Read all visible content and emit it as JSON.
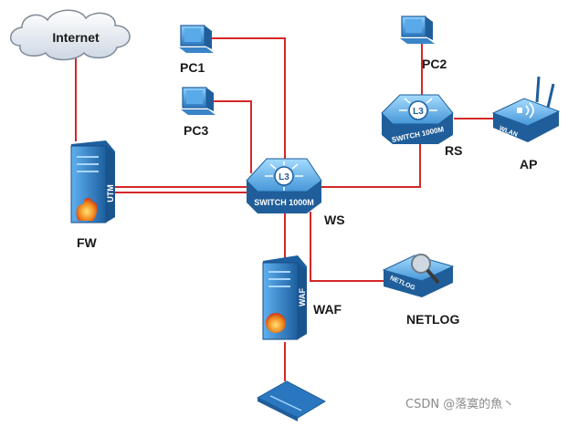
{
  "nodes": {
    "internet": {
      "label": "Internet",
      "icon": "cloud-icon"
    },
    "fw": {
      "label": "FW",
      "device_text": "UTM",
      "icon": "firewall-icon"
    },
    "pc1": {
      "label": "PC1",
      "icon": "computer-icon"
    },
    "pc3": {
      "label": "PC3",
      "icon": "computer-icon"
    },
    "pc2": {
      "label": "PC2",
      "icon": "computer-icon"
    },
    "ws": {
      "label": "WS",
      "device_text": "SWITCH 1000M",
      "badge": "L3",
      "icon": "l3-switch-icon"
    },
    "rs": {
      "label": "RS",
      "device_text": "SWITCH 1000M",
      "badge": "L3",
      "icon": "l3-switch-icon"
    },
    "ap": {
      "label": "AP",
      "device_text": "WLAN",
      "icon": "wireless-ap-icon"
    },
    "waf": {
      "label": "WAF",
      "device_text": "WAF",
      "icon": "waf-icon"
    },
    "netlog": {
      "label": "NETLOG",
      "device_text": "NETLOG",
      "icon": "netlog-icon"
    },
    "server": {
      "icon": "server-icon"
    }
  },
  "links": [
    [
      "internet",
      "fw"
    ],
    [
      "fw",
      "ws"
    ],
    [
      "pc1",
      "ws"
    ],
    [
      "pc3",
      "ws"
    ],
    [
      "ws",
      "rs"
    ],
    [
      "pc2",
      "rs"
    ],
    [
      "rs",
      "ap"
    ],
    [
      "ws",
      "waf"
    ],
    [
      "ws",
      "netlog"
    ],
    [
      "waf",
      "server"
    ]
  ],
  "colors": {
    "link": "#d42828",
    "device_blue": "#2f7fc7",
    "device_dark": "#1f5e9a",
    "label": "#1a1a1a"
  },
  "watermark": "CSDN @落寞的魚丶"
}
